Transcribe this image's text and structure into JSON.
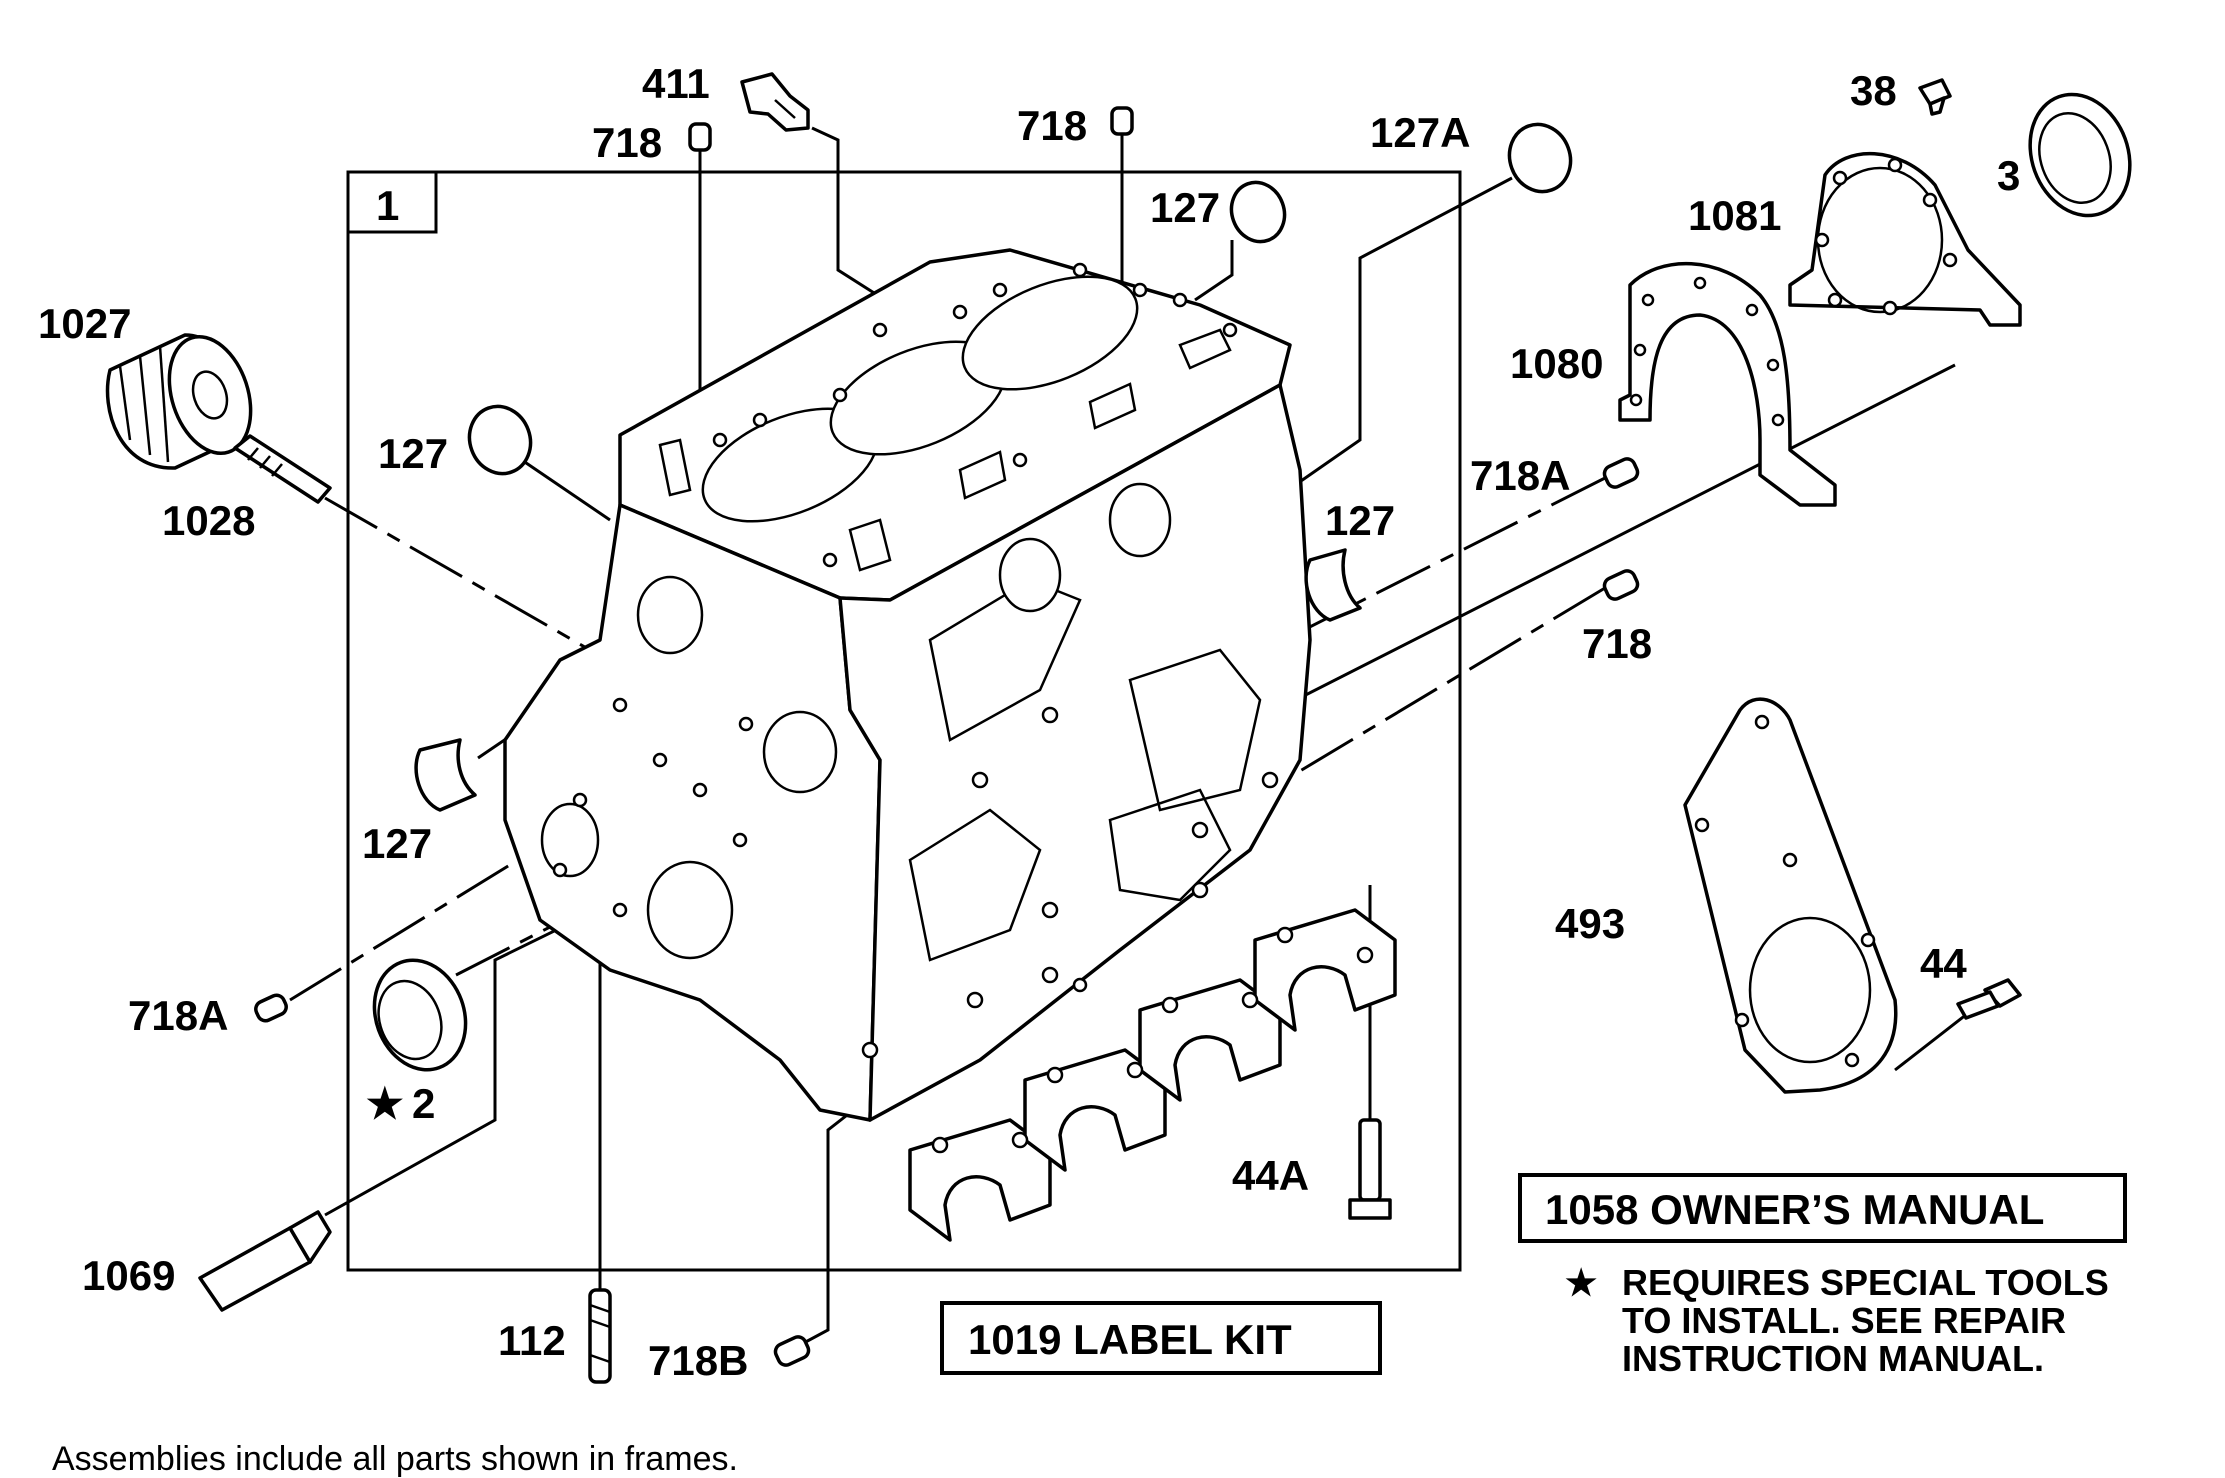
{
  "frame_number": "1",
  "callouts": {
    "p411": "411",
    "p718_a": "718",
    "p718_b": "718",
    "p127A": "127A",
    "p38": "38",
    "p3": "3",
    "p1081": "1081",
    "p1027": "1027",
    "p1028": "1028",
    "p127_a": "127",
    "p127_b": "127",
    "p127_c": "127",
    "p127_d": "127",
    "p1080": "1080",
    "p718A_a": "718A",
    "p718_c": "718",
    "p718A_b": "718A",
    "p2": "2",
    "p493": "493",
    "p44": "44",
    "p44A": "44A",
    "p1069": "1069",
    "p112": "112",
    "p718B": "718B"
  },
  "kits": {
    "label_kit": "1019 LABEL KIT",
    "owners_manual": "1058 OWNER’S MANUAL"
  },
  "notes": {
    "special_tools_line1": "REQUIRES SPECIAL TOOLS",
    "special_tools_line2": "TO INSTALL.  SEE REPAIR",
    "special_tools_line3": "INSTRUCTION MANUAL."
  },
  "footer": "Assemblies include all parts shown in frames."
}
